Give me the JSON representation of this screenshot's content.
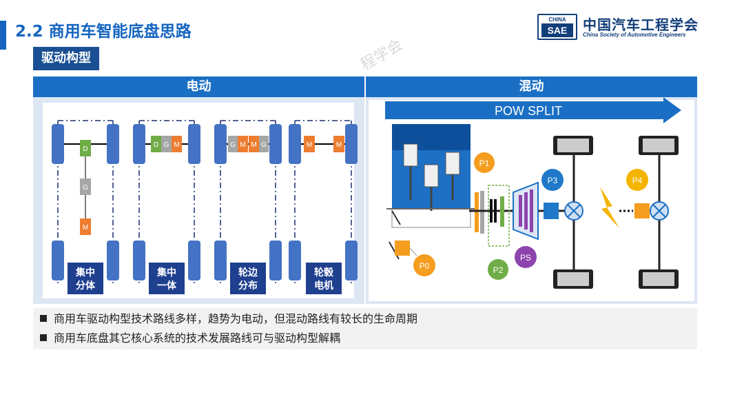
{
  "header": {
    "title": "2.2 商用车智能底盘思路",
    "subtitle": "驱动构型"
  },
  "logo": {
    "badge_top": "CHINA",
    "badge_bottom": "SAE",
    "name_cn": "中国汽车工程学会",
    "name_en": "China Society of Automotive Engineers",
    "watermark": "程学会"
  },
  "sections": {
    "electric": "电动",
    "hybrid": "混动"
  },
  "electric_configs": [
    {
      "label_line1": "集中",
      "label_line2": "分体",
      "modules": [
        "D",
        "G",
        "M"
      ]
    },
    {
      "label_line1": "集中",
      "label_line2": "一体",
      "modules": [
        "D",
        "G",
        "M"
      ]
    },
    {
      "label_line1": "轮边",
      "label_line2": "分布",
      "modules": [
        "G",
        "M",
        "M",
        "G"
      ]
    },
    {
      "label_line1": "轮毂",
      "label_line2": "电机",
      "modules": [
        "M",
        "M"
      ]
    }
  ],
  "hybrid": {
    "arrow_label": "POW SPLIT",
    "positions": [
      "P0",
      "P1",
      "P2",
      "P3",
      "P4",
      "PS"
    ]
  },
  "bullets": [
    "商用车驱动构型技术路线多样，趋势为电动，但混动路线有较长的生命周期",
    "商用车底盘其它核心系统的技术发展路线可与驱动构型解耦"
  ],
  "colors": {
    "title_blue": "#1565c0",
    "header_blue": "#1a6fc4",
    "label_navy": "#1f3f8f",
    "wheel_blue": "#4472c4",
    "motor_orange": "#ed7d31",
    "drive_green": "#70ad47",
    "gear_gray": "#a6a6a6",
    "p_yellow": "#f4b400",
    "p_orange": "#f59d1e",
    "p_green": "#70ad47",
    "p3_blue": "#1f78c8",
    "ps_purple": "#8e44ad"
  }
}
